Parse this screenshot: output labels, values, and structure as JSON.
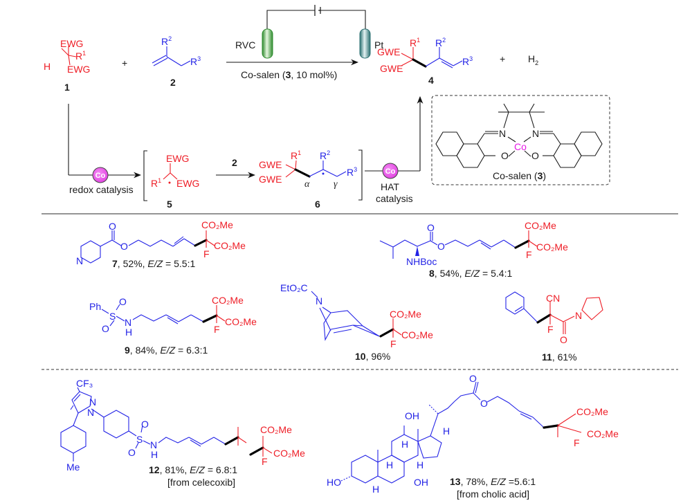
{
  "figure": {
    "colors": {
      "substrate_red": "#ee1c25",
      "alkene_blue": "#2323e6",
      "cobalt_magenta": "#e619e6",
      "anode_green": "#3aa63a",
      "cathode_teal": "#2f7d7d"
    },
    "top_scheme": {
      "reactant_1": {
        "groups": [
          "EWG",
          "EWG",
          "H",
          "R1"
        ],
        "label": "1"
      },
      "plus_1": "+",
      "reactant_2": {
        "groups": [
          "R2",
          "R3"
        ],
        "label": "2"
      },
      "electrodes": {
        "anode": "RVC",
        "cathode": "Pt",
        "battery_icon": "battery-icon"
      },
      "conditions": {
        "prefix": "Co-salen (",
        "compound": "3",
        "suffix": ", 10 mol%)"
      },
      "product_4": {
        "groups": [
          "GWE",
          "GWE",
          "R1",
          "R2",
          "R3"
        ],
        "label": "4"
      },
      "plus_2": "+",
      "byproduct": "H2"
    },
    "mechanism": {
      "redox_label": "redox catalysis",
      "co_label": "Co",
      "intermediate_5": {
        "groups": [
          "EWG",
          "R1",
          "EWG"
        ],
        "label": "5"
      },
      "arrow_reagent": "2",
      "intermediate_6": {
        "groups": [
          "GWE",
          "GWE",
          "R1",
          "R2",
          "R3"
        ],
        "alpha": "α",
        "gamma": "γ",
        "label": "6"
      },
      "hat_label_1": "HAT",
      "hat_label_2": "catalysis",
      "catalyst_box": {
        "metal": "Co",
        "atoms": [
          "N",
          "N",
          "O",
          "O"
        ],
        "caption_prefix": "Co-salen (",
        "caption_num": "3",
        "caption_suffix": ")"
      }
    },
    "products": [
      {
        "num": "7",
        "yield": ", 52%, ",
        "ez_label": "E/Z",
        "ez_value": " = 5.5:1",
        "note": ""
      },
      {
        "num": "8",
        "yield": ", 54%, ",
        "ez_label": "E/Z",
        "ez_value": " = 5.4:1",
        "note": ""
      },
      {
        "num": "9",
        "yield": ", 84%, ",
        "ez_label": "E/Z",
        "ez_value": " = 6.3:1",
        "note": ""
      },
      {
        "num": "10",
        "yield": ", 96%",
        "ez_label": "",
        "ez_value": "",
        "note": ""
      },
      {
        "num": "11",
        "yield": ", 61%",
        "ez_label": "",
        "ez_value": "",
        "note": ""
      },
      {
        "num": "12",
        "yield": ", 81%, ",
        "ez_label": "E/Z",
        "ez_value": " = 6.8:1",
        "note": "[from celecoxib]"
      },
      {
        "num": "13",
        "yield": ", 78%, ",
        "ez_label": "E/Z",
        "ez_value": " =5.6:1",
        "note": "[from cholic acid]"
      }
    ],
    "atom_labels": {
      "co2me": "CO₂Me",
      "f": "F",
      "o": "O",
      "n": "N",
      "nhboc": "NHBoc",
      "ph": "Ph",
      "s": "S",
      "h": "H",
      "eto2c": "EtO₂C",
      "cn": "CN",
      "cf3": "CF₃",
      "me": "Me",
      "oh": "OH",
      "ho": "HO"
    }
  }
}
